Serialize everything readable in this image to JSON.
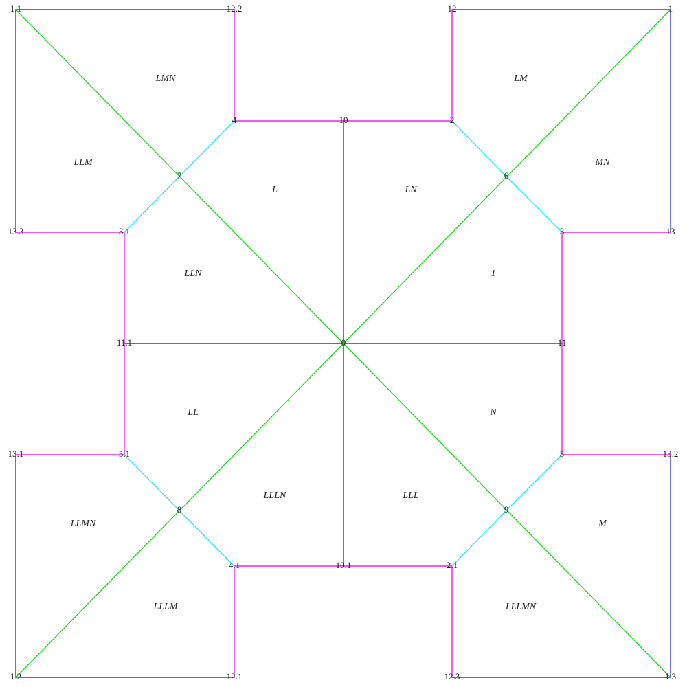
{
  "diagram": {
    "edge_colors": {
      "blue": "#3333cc",
      "magenta": "#ee22ee",
      "green": "#22dd22",
      "cyan": "#22eeee"
    },
    "vertices": [
      {
        "id": "0",
        "label": "0"
      },
      {
        "id": "1",
        "label": "1"
      },
      {
        "id": "1.1",
        "label": "1.1"
      },
      {
        "id": "1.2",
        "label": "1.2"
      },
      {
        "id": "1.3",
        "label": "1.3"
      },
      {
        "id": "2",
        "label": "2"
      },
      {
        "id": "2.1",
        "label": "2.1"
      },
      {
        "id": "3",
        "label": "3"
      },
      {
        "id": "3.1",
        "label": "3.1"
      },
      {
        "id": "4",
        "label": "4"
      },
      {
        "id": "4.1",
        "label": "4.1"
      },
      {
        "id": "5",
        "label": "5"
      },
      {
        "id": "5.1",
        "label": "5.1"
      },
      {
        "id": "6",
        "label": "6"
      },
      {
        "id": "7",
        "label": "7"
      },
      {
        "id": "8",
        "label": "8"
      },
      {
        "id": "9",
        "label": "9"
      },
      {
        "id": "10",
        "label": "10"
      },
      {
        "id": "10.1",
        "label": "10.1"
      },
      {
        "id": "11",
        "label": "11"
      },
      {
        "id": "11.1",
        "label": "11.1"
      },
      {
        "id": "12",
        "label": "12"
      },
      {
        "id": "12.1",
        "label": "12.1"
      },
      {
        "id": "12.2",
        "label": "12.2"
      },
      {
        "id": "12.3",
        "label": "12.3"
      },
      {
        "id": "13",
        "label": "13"
      },
      {
        "id": "13.1",
        "label": "13.1"
      },
      {
        "id": "13.2",
        "label": "13.2"
      },
      {
        "id": "13.3",
        "label": "13.3"
      }
    ],
    "edges": [
      {
        "from": "1.1",
        "to": "12.2",
        "color": "blue"
      },
      {
        "from": "12",
        "to": "1",
        "color": "blue"
      },
      {
        "from": "1.1",
        "to": "13.3",
        "color": "blue"
      },
      {
        "from": "1",
        "to": "13",
        "color": "blue"
      },
      {
        "from": "10",
        "to": "0",
        "color": "blue"
      },
      {
        "from": "11.1",
        "to": "0",
        "color": "blue"
      },
      {
        "from": "0",
        "to": "11",
        "color": "blue"
      },
      {
        "from": "0",
        "to": "10.1",
        "color": "blue"
      },
      {
        "from": "13.1",
        "to": "1.2",
        "color": "blue"
      },
      {
        "from": "1.2",
        "to": "12.1",
        "color": "blue"
      },
      {
        "from": "13.2",
        "to": "1.3",
        "color": "blue"
      },
      {
        "from": "12.3",
        "to": "1.3",
        "color": "blue"
      },
      {
        "from": "12.2",
        "to": "4",
        "color": "magenta"
      },
      {
        "from": "4",
        "to": "10",
        "color": "magenta"
      },
      {
        "from": "10",
        "to": "2",
        "color": "magenta"
      },
      {
        "from": "2",
        "to": "12",
        "color": "magenta"
      },
      {
        "from": "13.3",
        "to": "3.1",
        "color": "magenta"
      },
      {
        "from": "3.1",
        "to": "11.1",
        "color": "magenta"
      },
      {
        "from": "11.1",
        "to": "5.1",
        "color": "magenta"
      },
      {
        "from": "5.1",
        "to": "13.1",
        "color": "magenta"
      },
      {
        "from": "3",
        "to": "13",
        "color": "magenta"
      },
      {
        "from": "3",
        "to": "11",
        "color": "magenta"
      },
      {
        "from": "11",
        "to": "5",
        "color": "magenta"
      },
      {
        "from": "5",
        "to": "13.2",
        "color": "magenta"
      },
      {
        "from": "4.1",
        "to": "10.1",
        "color": "magenta"
      },
      {
        "from": "10.1",
        "to": "2.1",
        "color": "magenta"
      },
      {
        "from": "4.1",
        "to": "12.1",
        "color": "magenta"
      },
      {
        "from": "2.1",
        "to": "12.3",
        "color": "magenta"
      },
      {
        "from": "1.1",
        "to": "0",
        "color": "green"
      },
      {
        "from": "0",
        "to": "1.3",
        "color": "green"
      },
      {
        "from": "1.2",
        "to": "0",
        "color": "green"
      },
      {
        "from": "0",
        "to": "1",
        "color": "green"
      },
      {
        "from": "4",
        "to": "7",
        "color": "cyan"
      },
      {
        "from": "7",
        "to": "3.1",
        "color": "cyan"
      },
      {
        "from": "2",
        "to": "6",
        "color": "cyan"
      },
      {
        "from": "6",
        "to": "3",
        "color": "cyan"
      },
      {
        "from": "5.1",
        "to": "8",
        "color": "cyan"
      },
      {
        "from": "8",
        "to": "4.1",
        "color": "cyan"
      },
      {
        "from": "5",
        "to": "9",
        "color": "cyan"
      },
      {
        "from": "9",
        "to": "2.1",
        "color": "cyan"
      }
    ],
    "regions": [
      {
        "id": "LMN",
        "label": "LMN"
      },
      {
        "id": "LM",
        "label": "LM"
      },
      {
        "id": "LLM",
        "label": "LLM"
      },
      {
        "id": "MN",
        "label": "MN"
      },
      {
        "id": "L",
        "label": "L"
      },
      {
        "id": "LN",
        "label": "LN"
      },
      {
        "id": "LLN",
        "label": "LLN"
      },
      {
        "id": "1",
        "label": "1"
      },
      {
        "id": "LL",
        "label": "LL"
      },
      {
        "id": "N",
        "label": "N"
      },
      {
        "id": "LLLN",
        "label": "LLLN"
      },
      {
        "id": "LLL",
        "label": "LLL"
      },
      {
        "id": "LLMN",
        "label": "LLMN"
      },
      {
        "id": "M",
        "label": "M"
      },
      {
        "id": "LLLM",
        "label": "LLLM"
      },
      {
        "id": "LLLMN",
        "label": "LLLMN"
      }
    ]
  }
}
